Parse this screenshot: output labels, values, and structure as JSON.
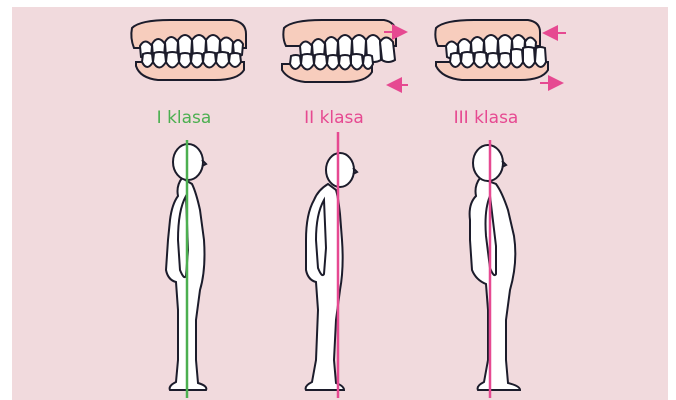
{
  "classes": [
    {
      "label": "I klasa",
      "color": "#4caf50",
      "bite": "neutral"
    },
    {
      "label": "II klasa",
      "color": "#e64991",
      "bite": "overjet"
    },
    {
      "label": "III klasa",
      "color": "#e64991",
      "bite": "underbite"
    }
  ],
  "colors": {
    "background": "#f1dadd",
    "gum": "#f7cdbd",
    "tooth": "#ffffff",
    "outline": "#1c1c2b",
    "body_fill": "#ffffff"
  },
  "icons": [
    "arrow-right-icon",
    "arrow-left-icon"
  ]
}
